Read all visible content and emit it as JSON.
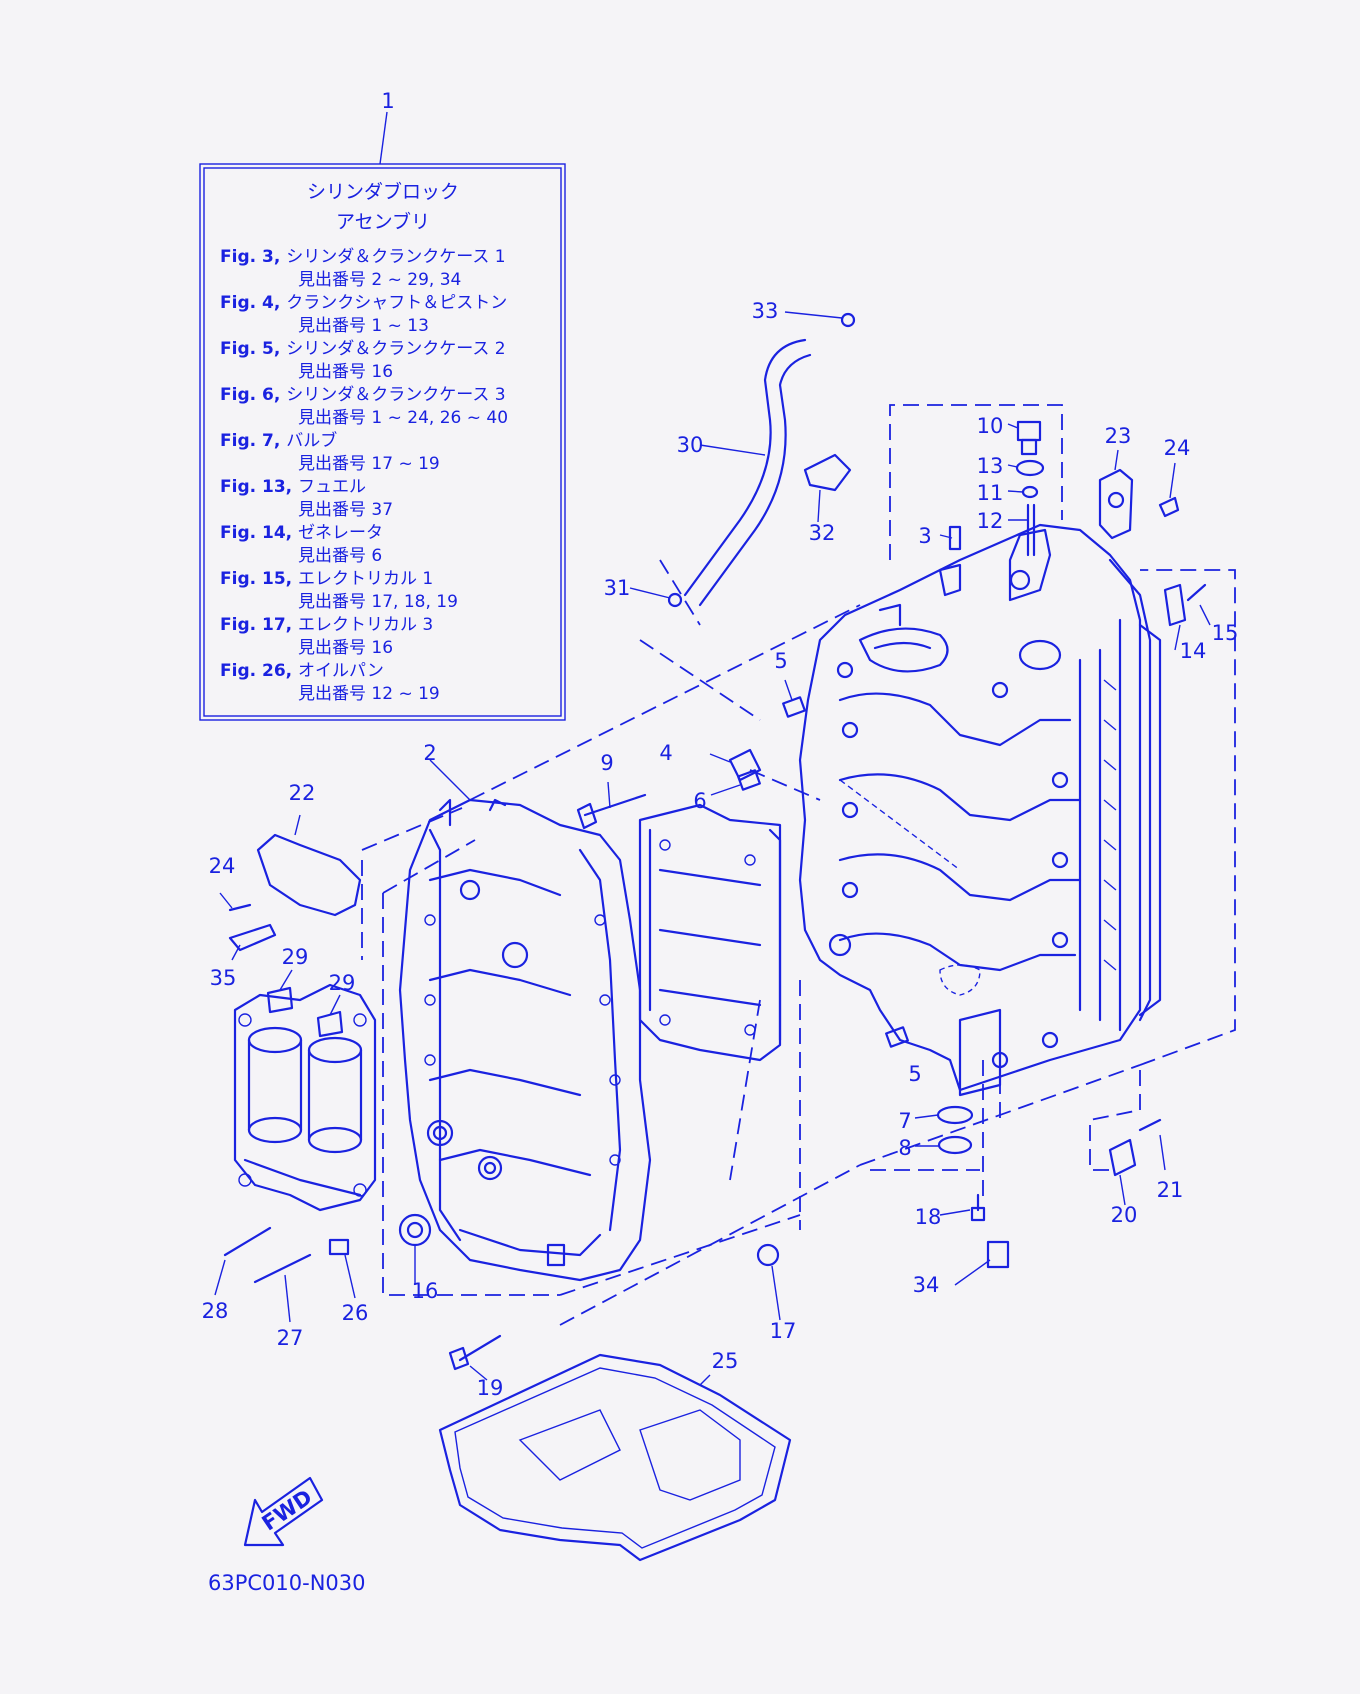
{
  "legend_box": {
    "title_line1": "シリンダブロック",
    "title_line2": "アセンブリ",
    "entries": [
      {
        "fig": "Fig. 3,",
        "name": "シリンダ＆クランクケース 1",
        "refs": "見出番号 2 ~ 29, 34"
      },
      {
        "fig": "Fig. 4,",
        "name": "クランクシャフト＆ピストン",
        "refs": "見出番号 1 ~ 13"
      },
      {
        "fig": "Fig. 5,",
        "name": "シリンダ＆クランクケース 2",
        "refs": "見出番号 16"
      },
      {
        "fig": "Fig. 6,",
        "name": "シリンダ＆クランクケース 3",
        "refs": "見出番号 1 ~ 24, 26 ~ 40"
      },
      {
        "fig": "Fig. 7,",
        "name": "バルブ",
        "refs": "見出番号 17 ~ 19"
      },
      {
        "fig": "Fig. 13,",
        "name": "フュエル",
        "refs": "見出番号 37"
      },
      {
        "fig": "Fig. 14,",
        "name": "ゼネレータ",
        "refs": "見出番号 6"
      },
      {
        "fig": "Fig. 15,",
        "name": "エレクトリカル 1",
        "refs": "見出番号 17, 18, 19"
      },
      {
        "fig": "Fig. 17,",
        "name": "エレクトリカル 3",
        "refs": "見出番号 16"
      },
      {
        "fig": "Fig. 26,",
        "name": "オイルパン",
        "refs": "見出番号 12 ~ 19"
      }
    ]
  },
  "callouts": {
    "c1": "1",
    "c2": "2",
    "c3": "3",
    "c4": "4",
    "c5a": "5",
    "c5b": "5",
    "c6": "6",
    "c7": "7",
    "c8": "8",
    "c9": "9",
    "c10": "10",
    "c11": "11",
    "c12": "12",
    "c13": "13",
    "c14": "14",
    "c15": "15",
    "c16": "16",
    "c17": "17",
    "c18": "18",
    "c19": "19",
    "c20": "20",
    "c21": "21",
    "c22": "22",
    "c23": "23",
    "c24a": "24",
    "c24b": "24",
    "c25": "25",
    "c26": "26",
    "c27": "27",
    "c28": "28",
    "c29a": "29",
    "c29b": "29",
    "c30": "30",
    "c31": "31",
    "c32": "32",
    "c33": "33",
    "c34": "34",
    "c35": "35"
  },
  "fwd_label": "FWD",
  "diagram_code": "63PC010-N030",
  "colors": {
    "line": "#1a22e0",
    "background": "#f5f4f7"
  }
}
